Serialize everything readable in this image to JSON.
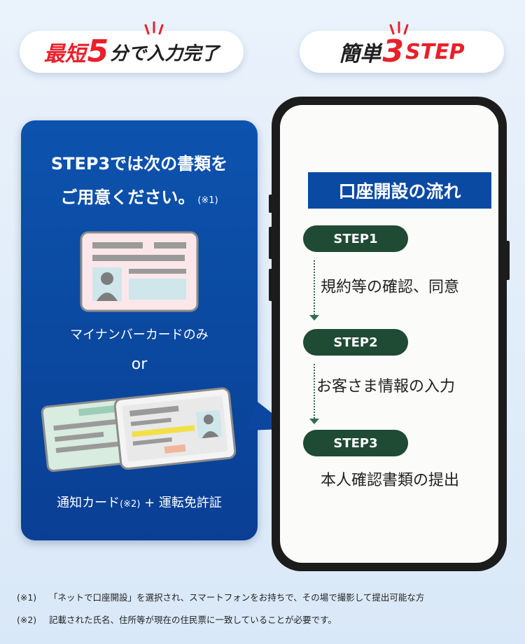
{
  "badges": {
    "left": {
      "pre": "最短",
      "number": "5",
      "post": "分で入力完了"
    },
    "right": {
      "pre": "簡単",
      "number": "3",
      "post": "STEP"
    }
  },
  "documents": {
    "heading_line1": "STEP3では次の書類を",
    "heading_line2": "ご用意ください。",
    "heading_note": "(※1)",
    "mynumber_label": "マイナンバーカードのみ",
    "or_label": "or",
    "license_label_pre": "通知カード",
    "license_label_note": "(※2)",
    "license_label_post": " + 運転免許証"
  },
  "flow": {
    "title": "口座開設の流れ",
    "steps": [
      {
        "label": "STEP1",
        "text": "規約等の確認、同意"
      },
      {
        "label": "STEP2",
        "text": "お客さま情報の入力"
      },
      {
        "label": "STEP3",
        "text": "本人確認書類の提出"
      }
    ]
  },
  "footnotes": [
    {
      "mark": "(※1)",
      "text": "「ネットで口座開設」を選択され、スマートフォンをお持ちで、その場で撮影して提出可能な方"
    },
    {
      "mark": "(※2)",
      "text": "記載された氏名、住所等が現在の住民票に一致していることが必要です。"
    }
  ],
  "colors": {
    "accent_red": "#e8202a",
    "panel_blue": "#0c53ae",
    "step_green": "#1f4a34"
  },
  "icons": [
    "spark-icon",
    "mynumber-card-icon",
    "notification-card-icon",
    "drivers-license-icon",
    "person-icon",
    "phone-icon"
  ]
}
